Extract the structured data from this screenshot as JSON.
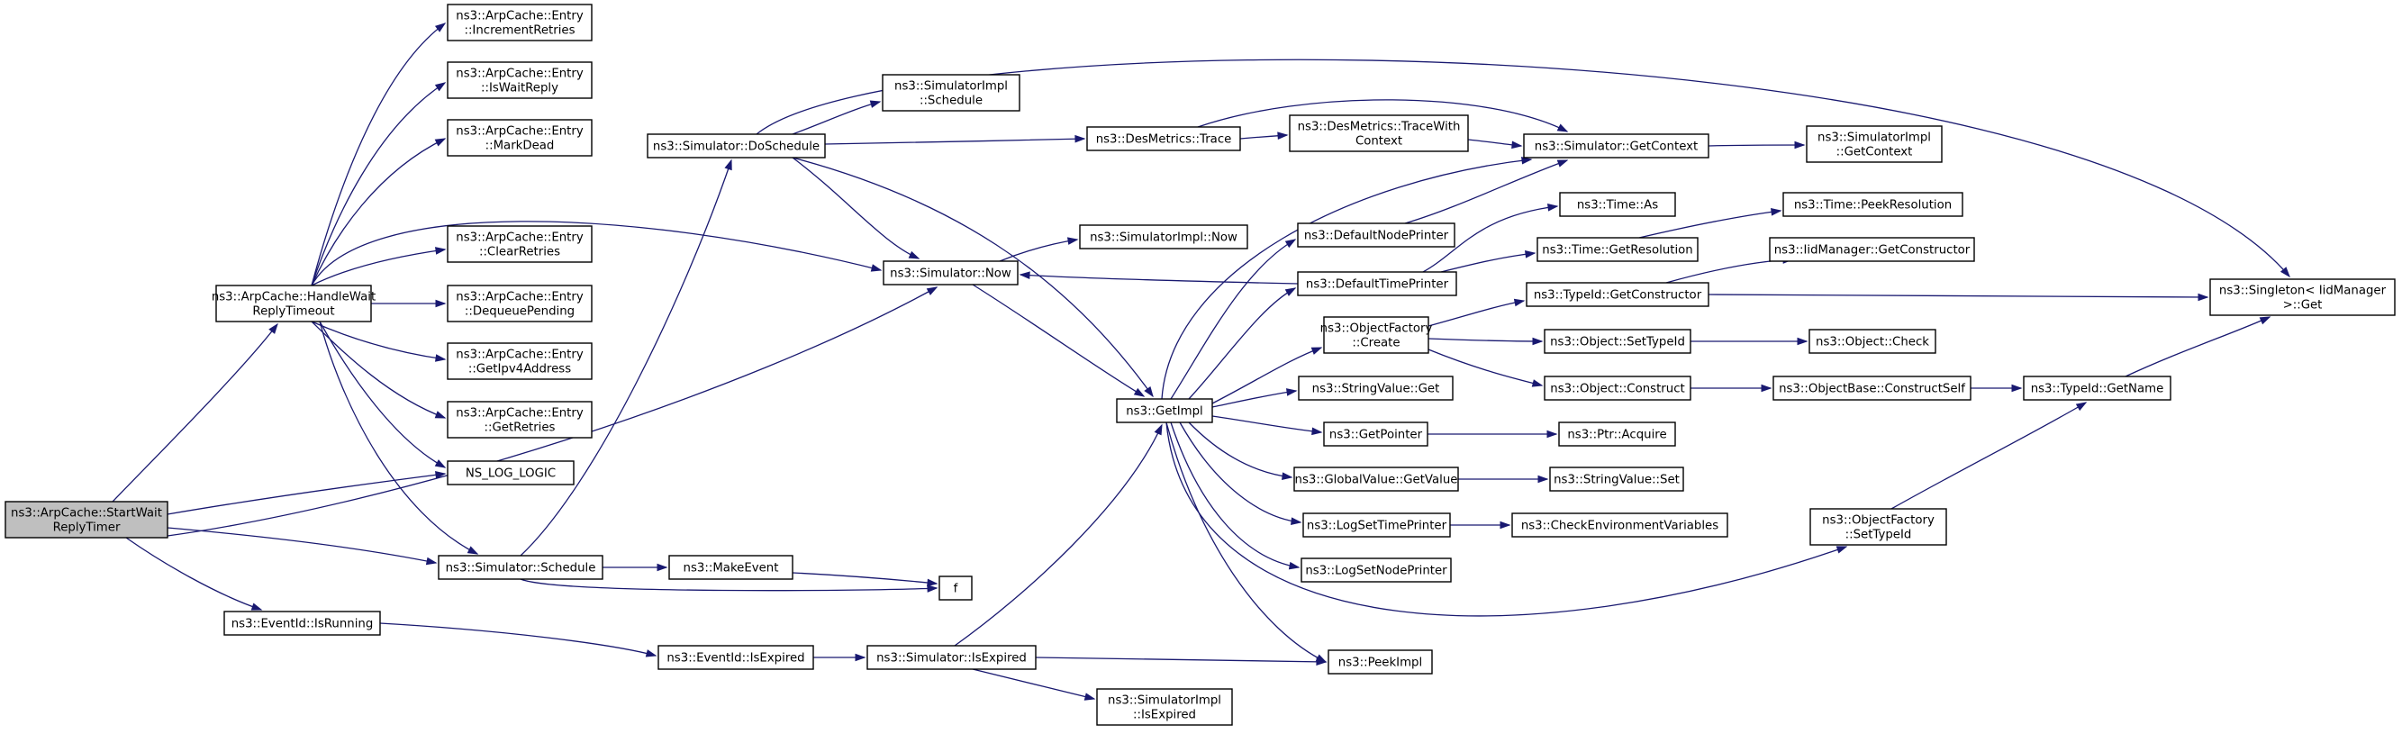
{
  "colors": {
    "edge": "#191970",
    "node_fill": "#ffffff",
    "node_stroke": "#000000",
    "start_fill": "#bfbfbf",
    "truncated_stroke": "#ff0000"
  },
  "nodes": [
    {
      "id": "start",
      "label": [
        "ns3::ArpCache::StartWait",
        "ReplyTimer"
      ],
      "style": "start"
    },
    {
      "id": "handle",
      "label": [
        "ns3::ArpCache::HandleWait",
        "ReplyTimeout"
      ]
    },
    {
      "id": "incr",
      "label": [
        "ns3::ArpCache::Entry",
        "::IncrementRetries"
      ]
    },
    {
      "id": "iswait",
      "label": [
        "ns3::ArpCache::Entry",
        "::IsWaitReply"
      ]
    },
    {
      "id": "markdead",
      "label": [
        "ns3::ArpCache::Entry",
        "::MarkDead"
      ]
    },
    {
      "id": "clearret",
      "label": [
        "ns3::ArpCache::Entry",
        "::ClearRetries"
      ]
    },
    {
      "id": "dequeue",
      "label": [
        "ns3::ArpCache::Entry",
        "::DequeuePending"
      ]
    },
    {
      "id": "getipv4",
      "label": [
        "ns3::ArpCache::Entry",
        "::GetIpv4Address"
      ]
    },
    {
      "id": "getretries",
      "label": [
        "ns3::ArpCache::Entry",
        "::GetRetries"
      ]
    },
    {
      "id": "nslog",
      "label": [
        "NS_LOG_LOGIC"
      ]
    },
    {
      "id": "schedule",
      "label": [
        "ns3::Simulator::Schedule"
      ]
    },
    {
      "id": "eventrunning",
      "label": [
        "ns3::EventId::IsRunning"
      ]
    },
    {
      "id": "doschedule",
      "label": [
        "ns3::Simulator::DoSchedule"
      ]
    },
    {
      "id": "implschedule",
      "label": [
        "ns3::SimulatorImpl",
        "::Schedule"
      ]
    },
    {
      "id": "now",
      "label": [
        "ns3::Simulator::Now"
      ]
    },
    {
      "id": "makeevent",
      "label": [
        "ns3::MakeEvent"
      ]
    },
    {
      "id": "f",
      "label": [
        "f"
      ]
    },
    {
      "id": "eventexpired",
      "label": [
        "ns3::EventId::IsExpired"
      ]
    },
    {
      "id": "simexpired",
      "label": [
        "ns3::Simulator::IsExpired"
      ]
    },
    {
      "id": "implexpired",
      "label": [
        "ns3::SimulatorImpl",
        "::IsExpired"
      ]
    },
    {
      "id": "implnow",
      "label": [
        "ns3::SimulatorImpl::Now"
      ]
    },
    {
      "id": "getimpl",
      "label": [
        "ns3::GetImpl"
      ]
    },
    {
      "id": "destrace",
      "label": [
        "ns3::DesMetrics::Trace"
      ]
    },
    {
      "id": "tracectx",
      "label": [
        "ns3::DesMetrics::TraceWith",
        "Context"
      ],
      "style": "truncated"
    },
    {
      "id": "getcontext",
      "label": [
        "ns3::Simulator::GetContext"
      ]
    },
    {
      "id": "implctx",
      "label": [
        "ns3::SimulatorImpl",
        "::GetContext"
      ]
    },
    {
      "id": "defnode",
      "label": [
        "ns3::DefaultNodePrinter"
      ]
    },
    {
      "id": "deftime",
      "label": [
        "ns3::DefaultTimePrinter"
      ]
    },
    {
      "id": "timeas",
      "label": [
        "ns3::Time::As"
      ]
    },
    {
      "id": "timeres",
      "label": [
        "ns3::Time::GetResolution"
      ]
    },
    {
      "id": "peekres",
      "label": [
        "ns3::Time::PeekResolution"
      ],
      "style": "truncated"
    },
    {
      "id": "ofcreate",
      "label": [
        "ns3::ObjectFactory",
        "::Create"
      ]
    },
    {
      "id": "typeidctor",
      "label": [
        "ns3::TypeId::GetConstructor"
      ]
    },
    {
      "id": "iidctor",
      "label": [
        "ns3::IidManager::GetConstructor"
      ],
      "style": "truncated"
    },
    {
      "id": "settypeid",
      "label": [
        "ns3::Object::SetTypeId"
      ]
    },
    {
      "id": "objcheck",
      "label": [
        "ns3::Object::Check"
      ],
      "style": "truncated"
    },
    {
      "id": "objconstruct",
      "label": [
        "ns3::Object::Construct"
      ]
    },
    {
      "id": "constructself",
      "label": [
        "ns3::ObjectBase::ConstructSelf"
      ],
      "style": "truncated"
    },
    {
      "id": "typegetname",
      "label": [
        "ns3::TypeId::GetName"
      ],
      "style": "truncated"
    },
    {
      "id": "singleton",
      "label": [
        "ns3::Singleton< IidManager",
        ">::Get"
      ]
    },
    {
      "id": "strget",
      "label": [
        "ns3::StringValue::Get"
      ]
    },
    {
      "id": "getpointer",
      "label": [
        "ns3::GetPointer"
      ]
    },
    {
      "id": "ptracquire",
      "label": [
        "ns3::Ptr::Acquire"
      ]
    },
    {
      "id": "gvget",
      "label": [
        "ns3::GlobalValue::GetValue"
      ]
    },
    {
      "id": "strset",
      "label": [
        "ns3::StringValue::Set"
      ]
    },
    {
      "id": "logtime",
      "label": [
        "ns3::LogSetTimePrinter"
      ]
    },
    {
      "id": "checkenv",
      "label": [
        "ns3::CheckEnvironmentVariables"
      ],
      "style": "truncated"
    },
    {
      "id": "lognode",
      "label": [
        "ns3::LogSetNodePrinter"
      ]
    },
    {
      "id": "ofsettypeid",
      "label": [
        "ns3::ObjectFactory",
        "::SetTypeId"
      ]
    },
    {
      "id": "peekimpl",
      "label": [
        "ns3::PeekImpl"
      ]
    }
  ]
}
